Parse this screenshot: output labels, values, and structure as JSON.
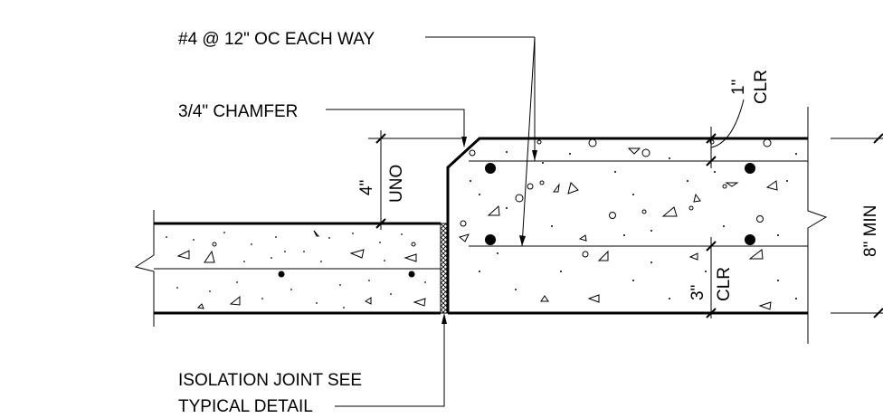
{
  "labels": {
    "rebar": "#4 @ 12\" OC EACH WAY",
    "chamfer": "3/4\" CHAMFER",
    "isolation_line1": "ISOLATION JOINT  SEE",
    "isolation_line2": "TYPICAL DETAIL"
  },
  "dimensions": {
    "step_value": "4\"",
    "step_note": "UNO",
    "top_clear_value": "1\"",
    "top_clear_note": "CLR",
    "bottom_clear_value": "3\"",
    "bottom_clear_note": "CLR",
    "thickness": "8\" MIN"
  }
}
